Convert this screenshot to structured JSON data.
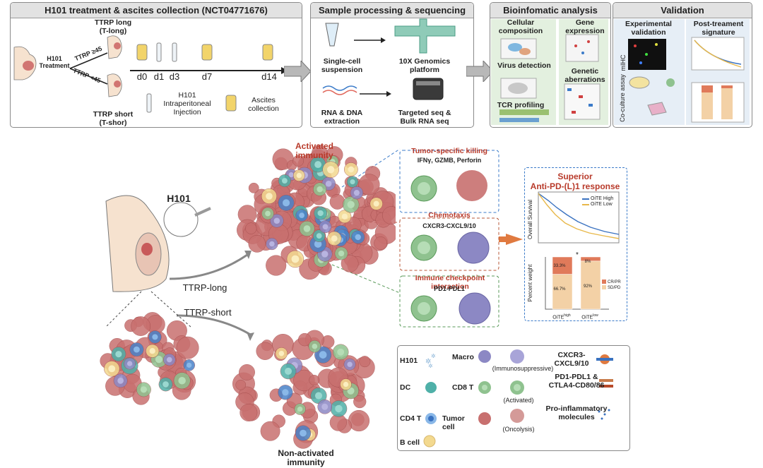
{
  "top": {
    "panel1": {
      "title": "H101 treatment & ascites collection (NCT04771676)",
      "h101_treatment": "H101\nTreatment",
      "ttrp_ge45": "TTRP ≥45",
      "ttrp_lt45": "TTRP <45",
      "long_label": "TTRP long\n(T-long)",
      "short_label": "TTRP short\n(T-shor)",
      "days": [
        "d0",
        "d1",
        "d3",
        "d7",
        "d14"
      ],
      "injection": "H101\nIntraperitoneal\nInjection",
      "ascites": "Ascites\ncollection"
    },
    "panel2": {
      "title": "Sample processing & sequencing",
      "single_cell": "Single-cell\nsuspension",
      "tenx": "10X Genomics\nplatform",
      "rna_dna": "RNA & DNA\nextraction",
      "targeted": "Targeted seq &\nBulk RNA seq"
    },
    "panel3": {
      "title": "Bioinfomatic analysis",
      "cellular": "Cellular\ncomposition",
      "gene_expr": "Gene\nexpression",
      "virus": "Virus detection",
      "genetic": "Genetic\naberrations",
      "tcr": "TCR profiling"
    },
    "panel4": {
      "title": "Validation",
      "experimental": "Experimental\nvalidation",
      "post": "Post-treament\nsignature",
      "mihc": "mIHC",
      "coculture": "Co-culture assay"
    }
  },
  "bottom": {
    "h101": "H101",
    "ttrp_long": "TTRP-long",
    "ttrp_short": "TTRP-short",
    "activated": "Activated\nimmunity",
    "non_activated": "Non-activated\nimmunity",
    "killing_title": "Tumor-specific killing",
    "killing_sub": "IFNγ, GZMB, Perforin",
    "chemotaxis_title": "Chemotaxis",
    "chemotaxis_sub": "CXCR3-CXCL9/10",
    "checkpoint_title": "Immune checkpoint interaction",
    "checkpoint_sub": "PD1-PDL1"
  },
  "superior": {
    "title": "Superior\nAnti-PD-(L)1 response",
    "legend": [
      "OiTE High",
      "OiTE Low"
    ],
    "ylabel_km": "Overall Survival",
    "ylabel_bar": "Percent weight",
    "bar_legend": [
      "CR/PR",
      "SD/PD"
    ],
    "bar_values": [
      {
        "top": "33.3%",
        "bottom": "66.7%"
      },
      {
        "top": "8%",
        "bottom": "92%"
      }
    ],
    "x_ticks": [
      "OiTE",
      "OiTE"
    ],
    "x_sup": [
      "high",
      "low"
    ],
    "star": "*"
  },
  "legend": {
    "h101": "H101",
    "dc": "DC",
    "cd4": "CD4 T",
    "bcell": "B cell",
    "macro": "Macro",
    "immunosuppressive": "(Immunosuppressive)",
    "cd8": "CD8 T",
    "activated": "(Activated)",
    "tumor": "Tumor cell",
    "oncolysis": "(Oncolysis)",
    "cxcr3": "CXCR3-\nCXCL9/10",
    "pd1": "PD1-PDL1 &\nCTLA4-CD80/86",
    "proinflam": "Pro-inflammatory\nmolecules"
  },
  "chart_data": {
    "type": "bar",
    "categories": [
      "OiTE high",
      "OiTE low"
    ],
    "series": [
      {
        "name": "CR/PR",
        "values": [
          33.3,
          8
        ]
      },
      {
        "name": "SD/PD",
        "values": [
          66.7,
          92
        ]
      }
    ],
    "ylabel": "Percent weight",
    "ylim": [
      0,
      100
    ]
  },
  "colors": {
    "tumor": "#c8706f",
    "cd8": "#8fc28f",
    "macro": "#8c88c4",
    "cd4": "#4a82c8",
    "dc": "#4fb0a8",
    "bcell": "#f3d98f",
    "oite_high": "#3a72c0",
    "oite_low": "#e8b84a",
    "crpr": "#e07a5a",
    "sdpd": "#f3d1a6",
    "title_red": "#b83a2a"
  }
}
